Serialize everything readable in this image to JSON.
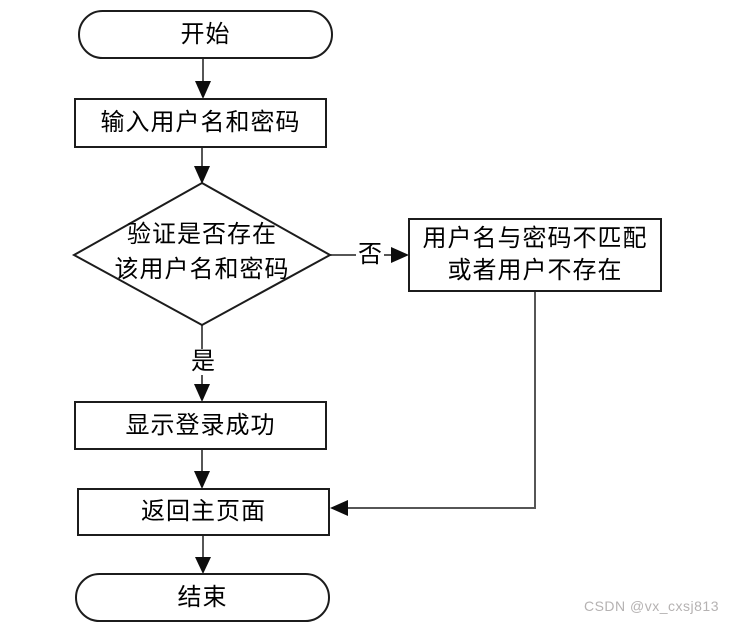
{
  "flowchart": {
    "title_hint": "login-verification-flowchart",
    "nodes": {
      "start": {
        "type": "terminator",
        "label": "开始"
      },
      "input": {
        "type": "process",
        "label": "输入用户名和密码"
      },
      "verify": {
        "type": "decision",
        "line1": "验证是否存在",
        "line2": "该用户名和密码"
      },
      "error": {
        "type": "process",
        "line1": "用户名与密码不匹配",
        "line2": "或者用户不存在"
      },
      "success": {
        "type": "process",
        "label": "显示登录成功"
      },
      "return": {
        "type": "process",
        "label": "返回主页面"
      },
      "end": {
        "type": "terminator",
        "label": "结束"
      }
    },
    "edge_labels": {
      "yes": "是",
      "no": "否"
    },
    "colors": {
      "shape_border": "#1c1c1c",
      "connector": "#565656",
      "arrowhead": "#0d0d0d",
      "background": "#ffffff",
      "text": "#000000"
    }
  },
  "watermark": {
    "text": "CSDN @vx_cxsj813",
    "color": "#b5b2b2"
  }
}
